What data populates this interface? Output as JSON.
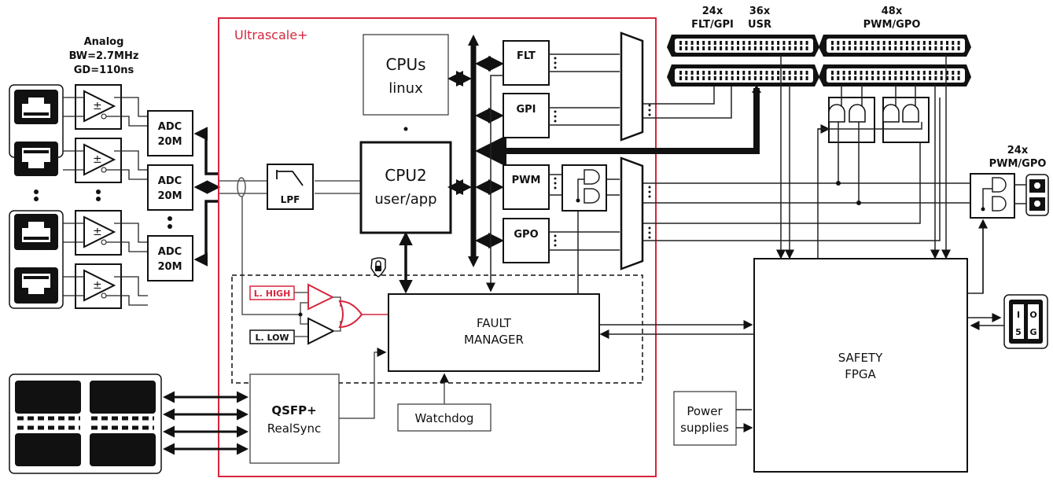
{
  "analog_header": {
    "line1": "Analog",
    "line2": "BW=2.7MHz",
    "line3": "GD=110ns"
  },
  "adc": [
    {
      "l1": "ADC",
      "l2": "20M"
    },
    {
      "l1": "ADC",
      "l2": "20M"
    },
    {
      "l1": "ADC",
      "l2": "20M"
    }
  ],
  "fpga": {
    "title": "Ultrascale+",
    "color": "#d7263d"
  },
  "lpf": "LPF",
  "cpus": {
    "l1": "CPUs",
    "l2": "linux"
  },
  "cpu2": {
    "l1": "CPU2",
    "l2": "user/app"
  },
  "io_blocks": {
    "flt": "FLT",
    "gpi": "GPI",
    "pwm": "PWM",
    "gpo": "GPO"
  },
  "connectors": {
    "flt_gpi": {
      "count": "24x",
      "label": "FLT/GPI"
    },
    "usr": {
      "count": "36x",
      "label": "USR"
    },
    "pwm_gpo48": {
      "count": "48x",
      "label": "PWM/GPO"
    },
    "pwm_gpo24": {
      "count": "24x",
      "label": "PWM/GPO"
    }
  },
  "limits": {
    "high": "L. HIGH",
    "low": "L. LOW"
  },
  "fault_manager": {
    "l1": "FAULT",
    "l2": "MANAGER"
  },
  "watchdog": "Watchdog",
  "qsfp": {
    "l1": "QSFP+",
    "l2": "RealSync"
  },
  "safety_fpga": {
    "l1": "SAFETY",
    "l2": "FPGA"
  },
  "power": {
    "l1": "Power",
    "l2": "supplies"
  },
  "iosg": {
    "i": "I",
    "o": "O",
    "s": "5",
    "g": "G"
  },
  "icons": [
    "rj45-icon",
    "opamp-icon",
    "lock-shield-icon",
    "and-gate-icon",
    "or-gate-icon",
    "dsub-connector-icon",
    "qsfp-cage-icon",
    "bnc-connector-icon",
    "io-connector-icon"
  ]
}
